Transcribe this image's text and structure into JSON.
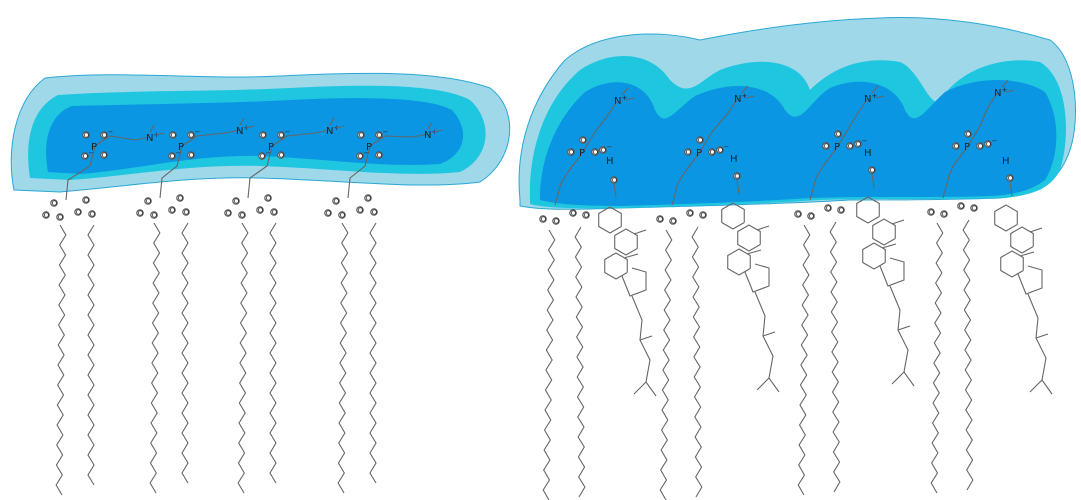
{
  "colors": {
    "outer_halo": "#9fd8e8",
    "mid_halo": "#1fc6e0",
    "inner_core": "#0a96e2",
    "halo_edge": "#2aa8d4",
    "bond": "#666666",
    "atom_text": "#222222"
  },
  "atoms": {
    "oxygen": "O",
    "phosphorus": "P",
    "nitrogen": "N",
    "plus_charge": "+",
    "minus_charge": "−",
    "hydrogen": "H"
  },
  "panels": [
    {
      "id": "left",
      "lipids": 8,
      "cholesterols": 0
    },
    {
      "id": "right",
      "lipids": 8,
      "cholesterols": 4
    }
  ]
}
